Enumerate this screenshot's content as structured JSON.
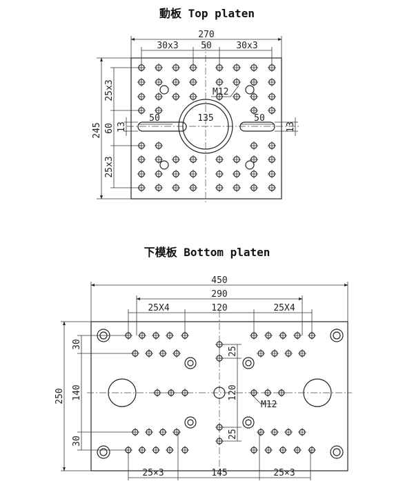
{
  "top": {
    "title": "動板 Top platen",
    "dims": {
      "width": "270",
      "spacing_left": "30x3",
      "center": "50",
      "spacing_right": "30x3",
      "height": "245",
      "rows_top": "25x3",
      "slot_pitch": "60",
      "slot_width_left": "13",
      "slot_len_left": "50",
      "center_bore": "135",
      "slot_len_right": "50",
      "slot_width_right": "13",
      "rows_bottom": "25x3",
      "thread": "M12"
    }
  },
  "bottom": {
    "title": "下模板 Bottom platen",
    "dims": {
      "width": "450",
      "inner": "290",
      "spacing_left": "25X4",
      "center": "120",
      "spacing_right": "25X4",
      "height": "250",
      "rows_top": "30",
      "side_pitch": "140",
      "rows_bottom": "30",
      "right_top": "25",
      "right_center": "120",
      "right_bottom": "25",
      "thread": "M12",
      "bottom_left": "25×3",
      "bottom_center": "145",
      "bottom_right": "25×3"
    }
  }
}
